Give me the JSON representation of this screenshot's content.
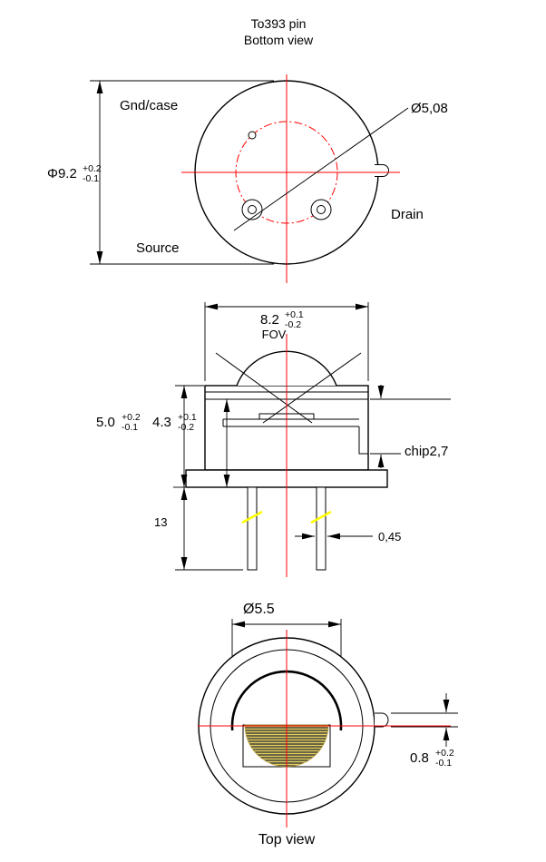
{
  "drawing": {
    "bottom_view": {
      "title_line1": "To393 pin",
      "title_line2": "Bottom view",
      "label_gnd": "Gnd/case",
      "label_source": "Source",
      "label_drain": "Drain",
      "dim_pin_circle": "Ø5,08",
      "dim_diameter": {
        "value": "Φ9.2",
        "tol_plus": "+0.2",
        "tol_minus": "-0.1"
      }
    },
    "side_view": {
      "dim_cap_width": {
        "value": "8.2",
        "tol_plus": "+0.1",
        "tol_minus": "-0.2"
      },
      "label_fov": "FOV",
      "dim_height_total": {
        "value": "5.0",
        "tol_plus": "+0.2",
        "tol_minus": "-0.1"
      },
      "dim_height_inner": {
        "value": "4.3",
        "tol_plus": "+0.1",
        "tol_minus": "-0.2"
      },
      "dim_chip": "chip2,7",
      "dim_lead_length": "13",
      "dim_lead_width": "0,45"
    },
    "top_view": {
      "title": "Top view",
      "dim_lens_diameter": "Ø5.5",
      "dim_tab": {
        "value": "0.8",
        "tol_plus": "+0.2",
        "tol_minus": "-0.1"
      }
    },
    "colors": {
      "outline": "#000000",
      "centerline": "#ff0000",
      "break_mark": "#ffff00"
    }
  }
}
